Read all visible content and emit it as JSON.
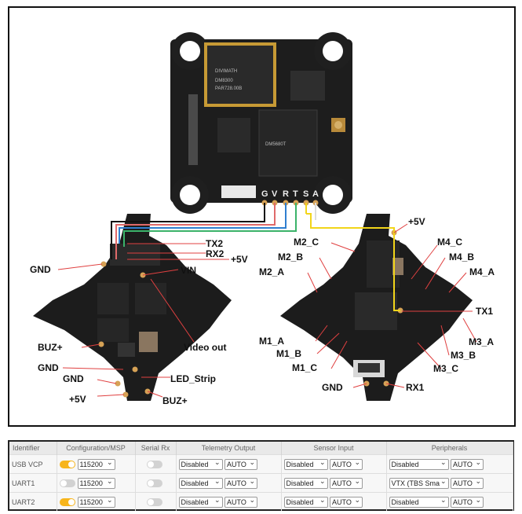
{
  "diagram": {
    "fc_pins": [
      "G",
      "V",
      "R",
      "T",
      "S",
      "A"
    ],
    "left_labels": {
      "tx2": "TX2",
      "rx2": "RX2",
      "plus5v": "+5V",
      "gnd_top": "GND",
      "vin": "VIN",
      "buz_plus_left": "BUZ+",
      "video_out": "Video out",
      "gnd_mid": "GND",
      "gnd_low": "GND",
      "led_strip": "LED_Strip",
      "plus5v_bottom": "+5V",
      "buz_plus_bottom": "BUZ+"
    },
    "right_labels": {
      "plus5v": "+5V",
      "m2c": "M2_C",
      "m2b": "M2_B",
      "m2a": "M2_A",
      "m4c": "M4_C",
      "m4b": "M4_B",
      "m4a": "M4_A",
      "tx1": "TX1",
      "m1a": "M1_A",
      "m1b": "M1_B",
      "m1c": "M1_C",
      "m3a": "M3_A",
      "m3b": "M3_B",
      "m3c": "M3_C",
      "gnd": "GND",
      "rx1": "RX1"
    },
    "chip_text": {
      "brand": "DIVIMATH",
      "top_chip": "DM8300",
      "top_chip_sub": "PAR728.00B",
      "main_chip": "DM5680T"
    },
    "wire_colors": {
      "black": "#111111",
      "red": "#e06a6a",
      "blue": "#2f7fd0",
      "green": "#3bb36a",
      "yellow": "#f2d51a"
    }
  },
  "ports": {
    "headers": [
      "Identifier",
      "Configuration/MSP",
      "Serial Rx",
      "Telemetry Output",
      "Sensor Input",
      "Peripherals"
    ],
    "rows": [
      {
        "id": "USB VCP",
        "msp_on": true,
        "baud": "115200",
        "serial_rx_on": false,
        "telemetry": "Disabled",
        "telemetry_baud": "AUTO",
        "sensor": "Disabled",
        "sensor_baud": "AUTO",
        "peripheral": "Disabled",
        "peripheral_baud": "AUTO"
      },
      {
        "id": "UART1",
        "msp_on": false,
        "baud": "115200",
        "serial_rx_on": false,
        "telemetry": "Disabled",
        "telemetry_baud": "AUTO",
        "sensor": "Disabled",
        "sensor_baud": "AUTO",
        "peripheral": "VTX (TBS Sma",
        "peripheral_baud": "AUTO"
      },
      {
        "id": "UART2",
        "msp_on": true,
        "baud": "115200",
        "serial_rx_on": false,
        "telemetry": "Disabled",
        "telemetry_baud": "AUTO",
        "sensor": "Disabled",
        "sensor_baud": "AUTO",
        "peripheral": "Disabled",
        "peripheral_baud": "AUTO"
      }
    ],
    "colors": {
      "toggle_on": "#f7b51c",
      "toggle_off": "#d2d2d2"
    }
  }
}
